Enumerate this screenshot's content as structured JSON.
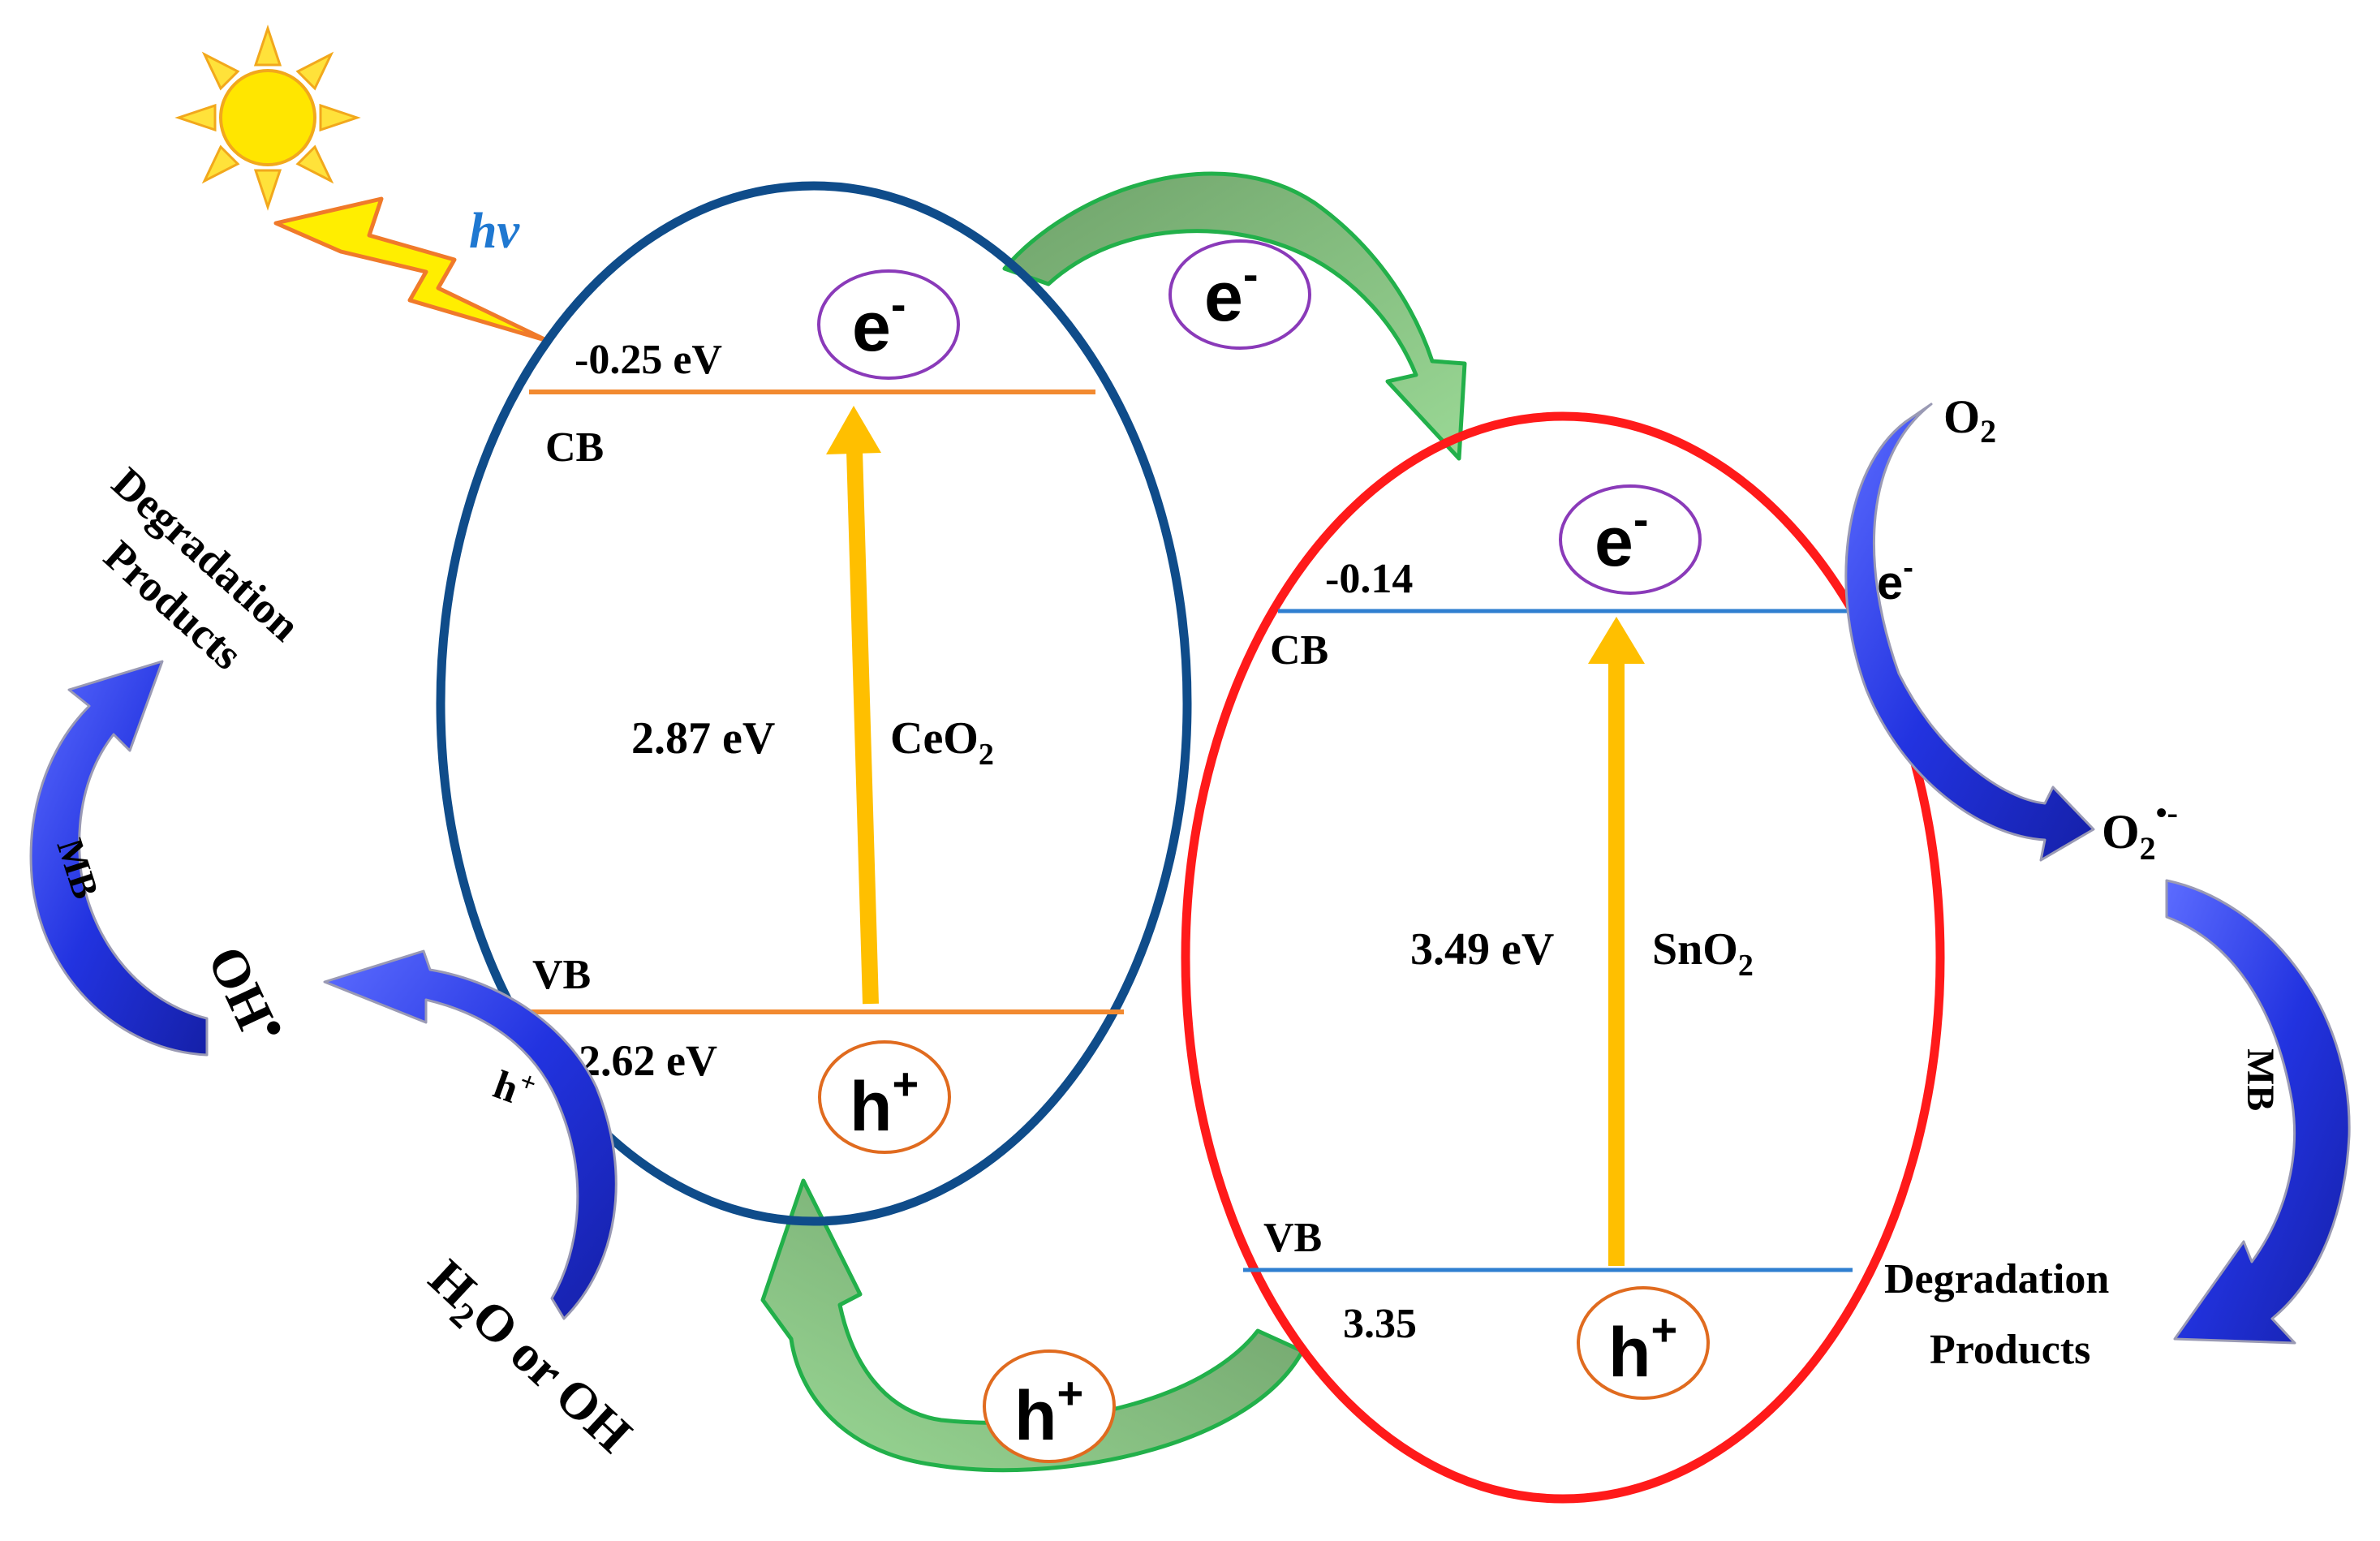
{
  "light": {
    "label": "hv"
  },
  "ceo2": {
    "name": "CeO",
    "name_sub": "2",
    "cb_label": "CB",
    "cb_energy": "-0.25 eV",
    "vb_label": "VB",
    "vb_energy": "2.62 eV",
    "band_gap": "2.87 eV",
    "electron": "e",
    "electron_sup": "-",
    "hole": "h",
    "hole_sup": "+"
  },
  "sno2": {
    "name": "SnO",
    "name_sub": "2",
    "cb_label": "CB",
    "cb_energy": "-0.14",
    "vb_label": "VB",
    "vb_energy": "3.35",
    "band_gap": "3.49 eV",
    "electron": "e",
    "electron_sup": "-",
    "hole": "h",
    "hole_sup": "+"
  },
  "transfer": {
    "electron": "e",
    "electron_sup": "-",
    "hole": "h",
    "hole_sup": "+"
  },
  "right_side": {
    "oxygen": "O",
    "oxygen_sub": "2",
    "electron": "e",
    "electron_sup": "-",
    "superoxide": "O",
    "superoxide_sub": "2",
    "superoxide_sup": "•-",
    "mb": "MB",
    "degradation_line1": "Degradation",
    "degradation_line2": "Products"
  },
  "left_side": {
    "degradation_line1": "Degradation",
    "degradation_line2": "Products",
    "mb": "MB",
    "hydroxyl": "OH",
    "hydroxyl_dot": "•",
    "hole": "h",
    "hole_sup": "+",
    "water_h": "H",
    "water_sub": "2",
    "water_rest": "O or OH"
  },
  "colors": {
    "ceo2_ellipse": "#0f4c8a",
    "sno2_ellipse": "#ff1a1a",
    "ceo2_band": "#f28a30",
    "sno2_band": "#2f7fd0",
    "excitation_arrow": "#ffbf00",
    "transfer_arrow": "#8fd18a",
    "reaction_arrow": "#2a3ae8",
    "charge_circle": "#8a3ab9",
    "hole_circle": "#e06b1f",
    "hv_text": "#1f78d1"
  }
}
